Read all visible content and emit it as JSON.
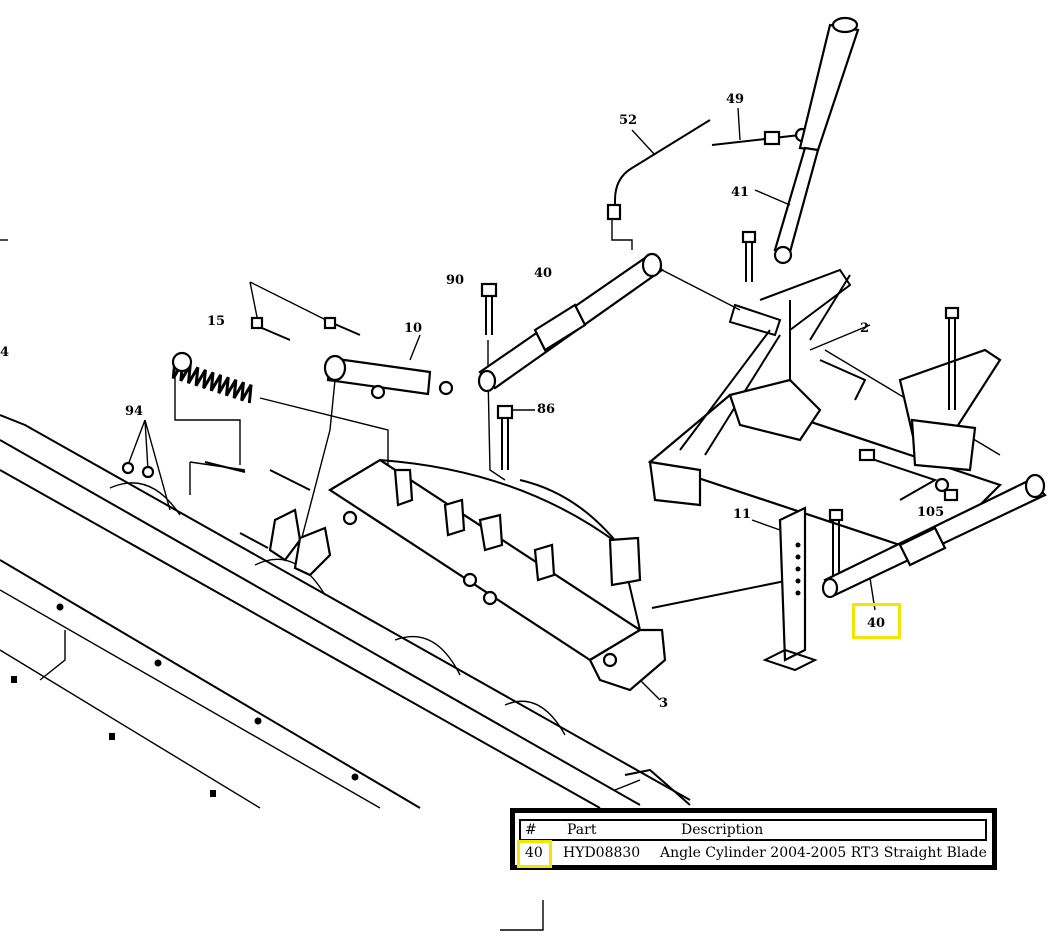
{
  "callouts": [
    {
      "id": "c52",
      "text": "52"
    },
    {
      "id": "c49",
      "text": "49"
    },
    {
      "id": "c41",
      "text": "41"
    },
    {
      "id": "c90",
      "text": "90"
    },
    {
      "id": "c40a",
      "text": "40"
    },
    {
      "id": "c2",
      "text": "2"
    },
    {
      "id": "c15",
      "text": "15"
    },
    {
      "id": "c10",
      "text": "10"
    },
    {
      "id": "c86",
      "text": "86"
    },
    {
      "id": "c94",
      "text": "94"
    },
    {
      "id": "c105",
      "text": "105"
    },
    {
      "id": "c11",
      "text": "11"
    },
    {
      "id": "c40b",
      "text": "40"
    },
    {
      "id": "c3",
      "text": "3"
    },
    {
      "id": "c4",
      "text": "4"
    }
  ],
  "highlight_color": "#f2e600",
  "table": {
    "headers": {
      "num": "#",
      "part": "Part",
      "description": "Description"
    },
    "rows": [
      {
        "num": "40",
        "part": "HYD08830",
        "description": "Angle Cylinder 2004-2005 RT3 Straight Blade"
      }
    ]
  }
}
